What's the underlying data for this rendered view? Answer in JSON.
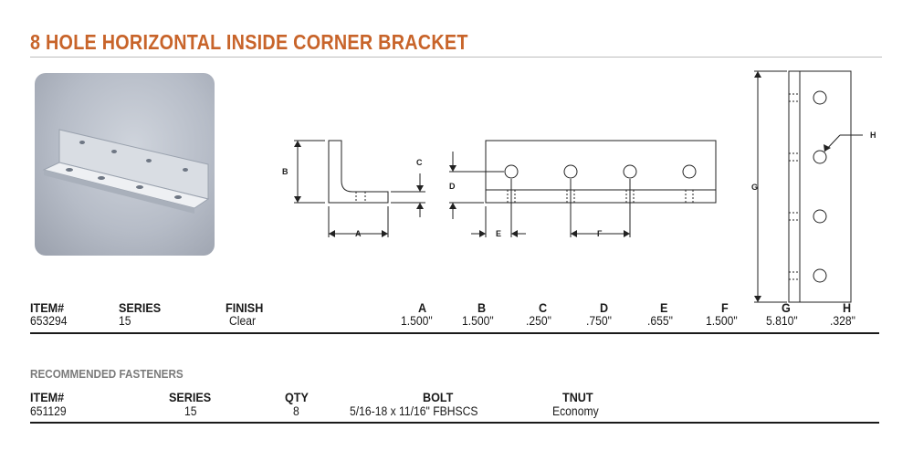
{
  "title": "8 HOLE HORIZONTAL INSIDE CORNER BRACKET",
  "diagram_labels": {
    "a": "A",
    "b": "B",
    "c": "C",
    "d": "D",
    "e": "E",
    "f": "F",
    "g": "G",
    "h": "H"
  },
  "spec_table": {
    "headers": {
      "item": "ITEM#",
      "series": "SERIES",
      "finish": "FINISH",
      "a": "A",
      "b": "B",
      "c": "C",
      "d": "D",
      "e": "E",
      "f": "F",
      "g": "G",
      "h": "H"
    },
    "row": {
      "item": "653294",
      "series": "15",
      "finish": "Clear",
      "a": "1.500\"",
      "b": "1.500\"",
      "c": ".250\"",
      "d": ".750\"",
      "e": ".655\"",
      "f": "1.500\"",
      "g": "5.810\"",
      "h": ".328\""
    }
  },
  "fasteners": {
    "section_title": "RECOMMENDED FASTENERS",
    "headers": {
      "item": "ITEM#",
      "series": "SERIES",
      "qty": "QTY",
      "bolt": "BOLT",
      "tnut": "TNUT"
    },
    "row": {
      "item": "651129",
      "series": "15",
      "qty": "8",
      "bolt": "5/16-18 x 11/16\" FBHSCS",
      "tnut": "Economy"
    }
  },
  "colors": {
    "title": "#c8642a",
    "rule": "#1a1a1a",
    "subtle_rule": "#bdbdbd"
  }
}
